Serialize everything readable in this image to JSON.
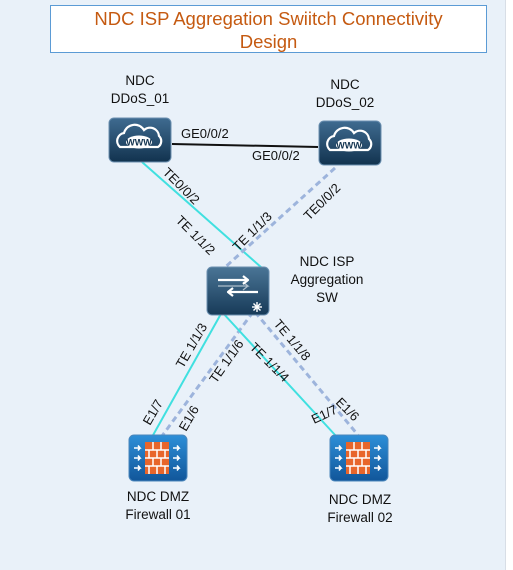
{
  "title": {
    "line1": "NDC ISP Aggregation Swiitch Connectivity",
    "line2": "Design"
  },
  "devices": {
    "ddos1": {
      "line1": "NDC",
      "line2": "DDoS_01"
    },
    "ddos2": {
      "line1": "NDC",
      "line2": "DDoS_02"
    },
    "agg": {
      "line1": "NDC ISP",
      "line2": "Aggregation",
      "line3": "SW"
    },
    "fw1": {
      "line1": "NDC DMZ",
      "line2": "Firewall 01"
    },
    "fw2": {
      "line1": "NDC DMZ",
      "line2": "Firewall 02"
    }
  },
  "ports": {
    "ddos1_to_ddos2": "GE0/0/2",
    "ddos2_to_ddos1": "GE0/0/2",
    "ddos1_te": "TE0/0/2",
    "ddos2_te": "TE0/0/2",
    "agg_te_1_1_2": "TE 1/1/2",
    "agg_te_1_1_3_up": "TE 1/1/3",
    "agg_te_1_1_3_down": "TE 1/1/3",
    "agg_te_1_1_6": "TE 1/1/6",
    "agg_te_1_1_4": "TE 1/1/4",
    "agg_te_1_1_8": "TE 1/1/8",
    "fw1_e1_7": "E1/7",
    "fw1_e1_6": "E1/6",
    "fw2_e1_6": "E1/6",
    "fw2_e1_7": "E1/7"
  },
  "icons": {
    "ddos": "cloud-www-icon",
    "switch": "layer3-switch-icon",
    "firewall": "firewall-icon"
  },
  "colors": {
    "title_text": "#c55a11",
    "title_border": "#5b9bd5",
    "solid_link": "#40e0e0",
    "dashed_link": "#9db4dc",
    "device_fill": "#1e4a6e",
    "firewall_fill": "#1a6fb5"
  }
}
